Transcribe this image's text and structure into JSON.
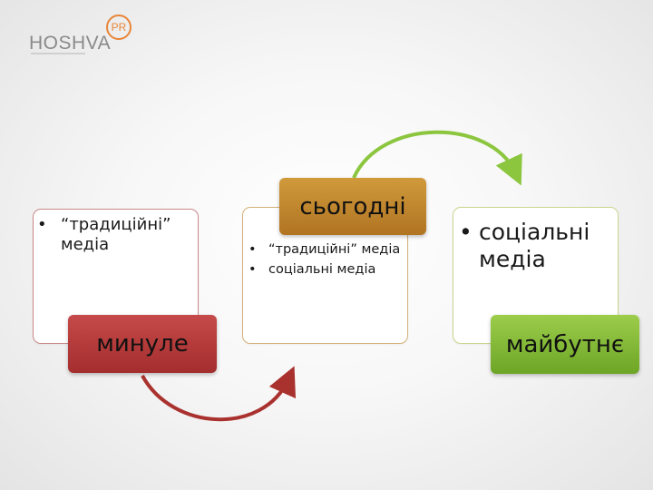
{
  "logo": {
    "brand": "HOSHVA",
    "badge": "PR"
  },
  "past": {
    "items": [
      "“традиційні” медіа"
    ],
    "label": "минуле"
  },
  "present": {
    "items": [
      "“традиційні” медіа",
      "соціальні медіа"
    ],
    "label": "сьогодні"
  },
  "future": {
    "items": [
      "соціальні медіа"
    ],
    "label": "майбутнє"
  },
  "colors": {
    "past": "#b83a3a",
    "present": "#c2872e",
    "future": "#86bb3a",
    "arrow_green": "#8cc63f",
    "arrow_red": "#a9322f"
  },
  "icons": {
    "arrow_top": "curved-arrow-right",
    "arrow_bottom": "curved-arrow-up-right"
  }
}
